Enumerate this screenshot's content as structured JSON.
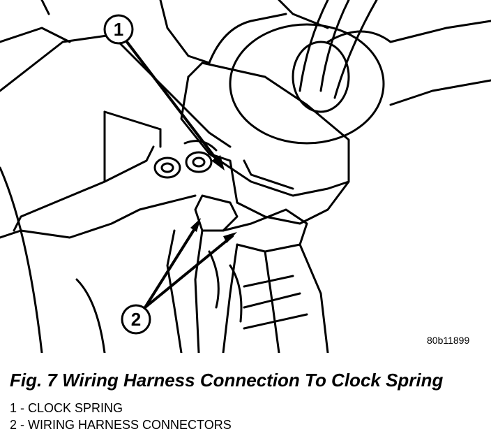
{
  "figure": {
    "code": "80b11899",
    "caption": "Fig. 7 Wiring Harness Connection To Clock Spring",
    "callouts": [
      "1",
      "2"
    ]
  },
  "legend": [
    {
      "text": "1 - CLOCK SPRING"
    },
    {
      "text": "2 - WIRING HARNESS CONNECTORS"
    }
  ],
  "colors": {
    "ink": "#000000",
    "paper": "#ffffff"
  }
}
